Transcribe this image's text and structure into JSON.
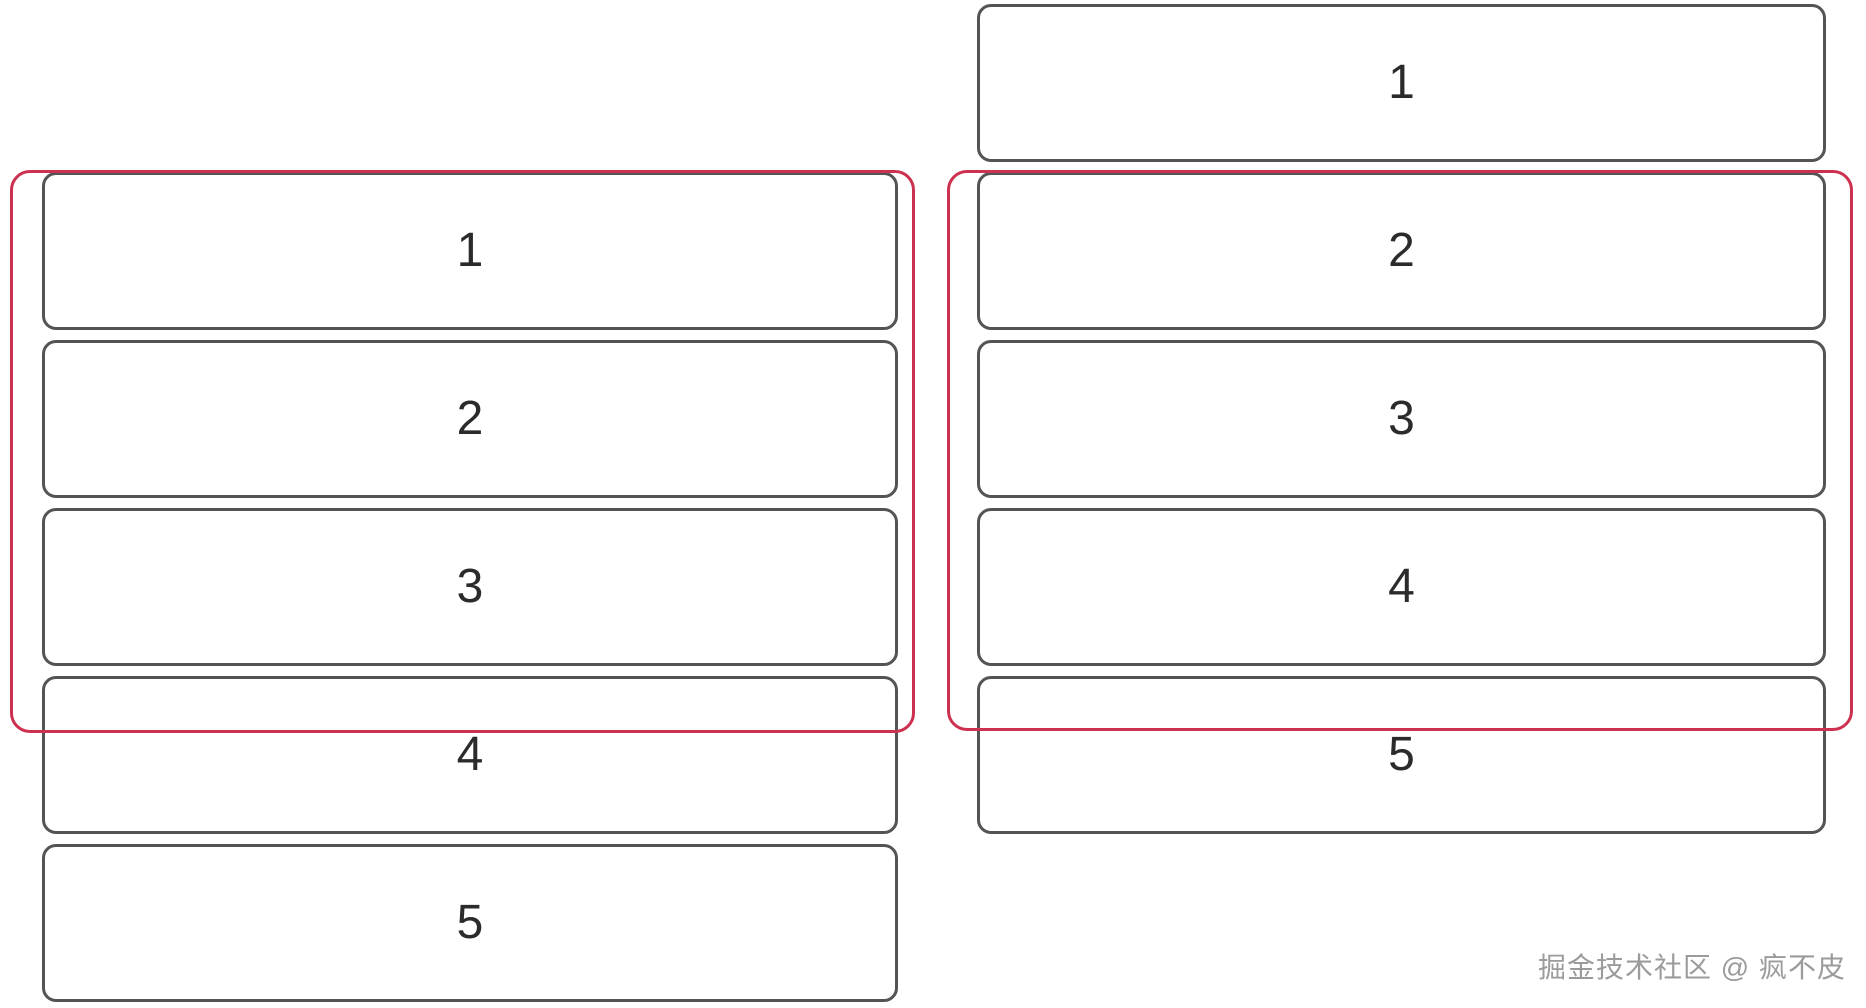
{
  "lists": {
    "left": {
      "items": [
        "1",
        "2",
        "3",
        "4",
        "5"
      ]
    },
    "right": {
      "items": [
        "1",
        "2",
        "3",
        "4",
        "5"
      ]
    }
  },
  "colors": {
    "viewport_border": "#cd3150",
    "item_border": "#545454",
    "item_text": "#2b2b2b",
    "background": "#ffffff",
    "watermark_text_color": "#9b9b9b"
  },
  "watermark": {
    "text": "掘金技术社区 @ 疯不皮"
  }
}
